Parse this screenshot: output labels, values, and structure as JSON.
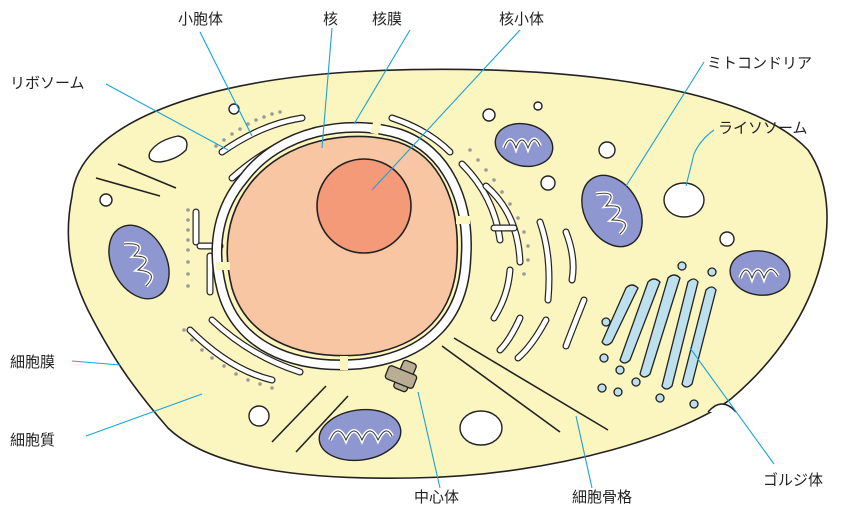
{
  "labels": {
    "small_vacuole": "小胞体",
    "nucleus": "核",
    "nuclear_membrane": "核膜",
    "nucleolus": "核小体",
    "ribosome": "リボソーム",
    "mitochondria": "ミトコンドリア",
    "lysosome": "ライソソーム",
    "cell_membrane": "細胞膜",
    "cytoplasm": "細胞質",
    "centriole": "中心体",
    "cytoskeleton": "細胞骨格",
    "golgi": "ゴルジ体"
  },
  "colors": {
    "cytoplasm": "#fbf5bf",
    "nucleus": "#f9c6a4",
    "nucleolus": "#f49a78",
    "mitochondria": "#8e97cf",
    "golgi": "#bde0ef",
    "leader_line": "#1aa3d8",
    "ribosome_dot": "#9a9a9a"
  }
}
